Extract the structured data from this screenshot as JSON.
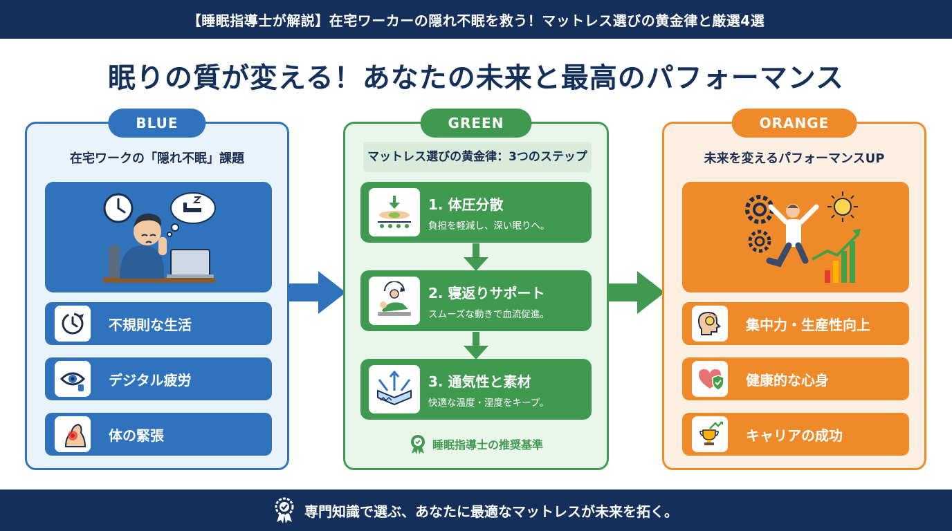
{
  "header": {
    "banner": "【睡眠指導士が解説】在宅ワーカーの隠れ不眠を救う！マットレス選びの黄金律と厳選4選",
    "headline": "眠りの質が変える！あなたの未来と最高のパフォーマンス"
  },
  "blue": {
    "pill": "BLUE",
    "title": "在宅ワークの「隠れ不眠」課題",
    "items": [
      {
        "label": "不規則な生活",
        "icon": "irregular-clock-icon"
      },
      {
        "label": "デジタル疲労",
        "icon": "eye-strain-icon"
      },
      {
        "label": "体の緊張",
        "icon": "neck-tension-icon"
      }
    ]
  },
  "green": {
    "pill": "GREEN",
    "title": "マットレス選びの黄金律：3つのステップ",
    "steps": [
      {
        "title": "1. 体圧分散",
        "desc": "負担を軽減し、深い眠りへ。",
        "icon": "pressure-distribution-icon"
      },
      {
        "title": "2. 寝返りサポート",
        "desc": "スムーズな動きで血流促進。",
        "icon": "rolling-over-icon"
      },
      {
        "title": "3. 通気性と素材",
        "desc": "快適な温度・湿度をキープ。",
        "icon": "breathability-icon"
      }
    ],
    "note": "睡眠指導士の推奨基準"
  },
  "orange": {
    "pill": "ORANGE",
    "title": "未来を変えるパフォーマンスUP",
    "items": [
      {
        "label": "集中力・生産性向上",
        "icon": "focus-brain-icon"
      },
      {
        "label": "健康的な心身",
        "icon": "heart-shield-icon"
      },
      {
        "label": "キャリアの成功",
        "icon": "trophy-growth-icon"
      }
    ]
  },
  "footer": {
    "message": "専門知識で選ぶ、あなたに最適なマットレスが未来を拓く。"
  },
  "colors": {
    "navy": "#14305a",
    "blue": "#2f73bd",
    "green": "#3f9a4f",
    "orange": "#ee8a2a"
  }
}
